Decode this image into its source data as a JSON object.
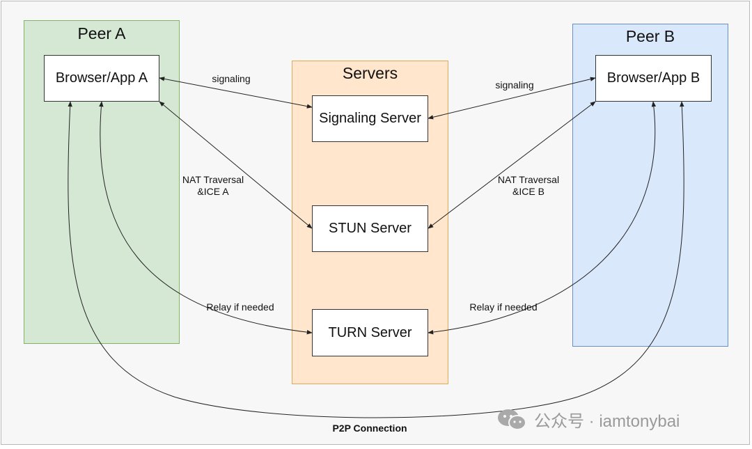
{
  "groups": {
    "peer_a": "Peer A",
    "servers": "Servers",
    "peer_b": "Peer B"
  },
  "nodes": {
    "browser_a": "Browser/App A",
    "browser_b": "Browser/App B",
    "signaling": "Signaling Server",
    "stun": "STUN Server",
    "turn": "TURN Server"
  },
  "edge_labels": {
    "signaling_a": "signaling",
    "signaling_b": "signaling",
    "nat_a_line1": "NAT Traversal",
    "nat_a_line2": "&ICE A",
    "nat_b_line1": "NAT Traversal",
    "nat_b_line2": "&ICE B",
    "relay_a": "Relay if needed",
    "relay_b": "Relay if needed",
    "p2p": "P2P Connection"
  },
  "watermark": {
    "text": "公众号 · iamtonybai"
  },
  "colors": {
    "peer_a_fill": "#d5e8d4",
    "peer_b_fill": "#dae8fc",
    "servers_fill": "#ffe6cc",
    "edge": "#222222"
  }
}
